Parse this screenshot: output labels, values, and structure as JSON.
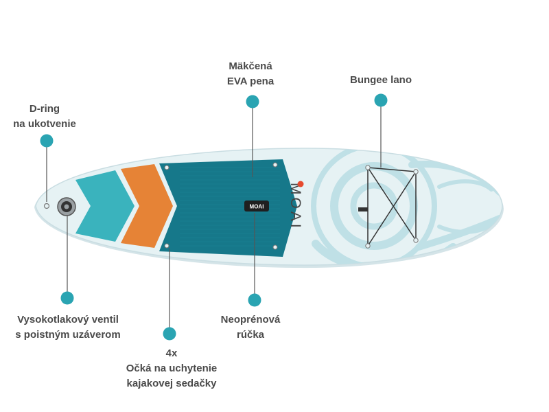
{
  "colors": {
    "board_body": "#e6f2f4",
    "board_outline": "#c9dde2",
    "pad_teal": "#16788a",
    "chevron_light": "#3ab3bd",
    "chevron_orange": "#e68336",
    "marker": "#2aa4b2",
    "leader_line": "#555555",
    "label_text": "#4a4a4a",
    "tribal_pattern": "#bfe0e6"
  },
  "board": {
    "brand_logo": "MOAI",
    "handle_logo": "MOAI"
  },
  "callouts": [
    {
      "id": "soft-eva-foam",
      "lines": [
        "Mäkčená",
        "EVA pena"
      ]
    },
    {
      "id": "bungee-cord",
      "lines": [
        "Bungee lano"
      ]
    },
    {
      "id": "d-ring",
      "lines": [
        "D-ring",
        "na ukotvenie"
      ]
    },
    {
      "id": "valve",
      "lines": [
        "Vysokotlakový ventil",
        "s poistným uzáverom"
      ]
    },
    {
      "id": "handle",
      "lines": [
        "Neoprénová",
        "rúčka"
      ]
    },
    {
      "id": "kayak-seat",
      "lines": [
        "4x",
        "Očká na uchytenie",
        "kajakovej sedačky"
      ]
    }
  ]
}
